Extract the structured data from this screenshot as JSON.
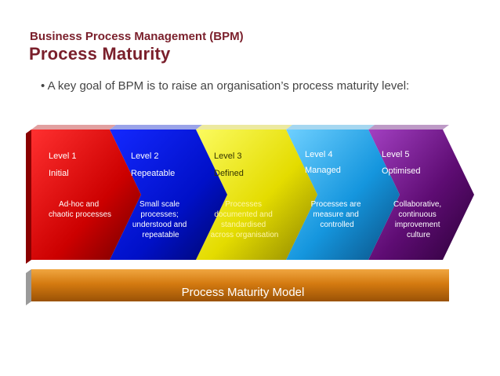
{
  "header": {
    "subtitle": "Business Process Management (BPM)",
    "title": "Process Maturity"
  },
  "bullet": "• A key goal of BPM is to raise an organisation’s process maturity level:",
  "levels": [
    {
      "level": "Level 1",
      "name": "Initial",
      "desc": [
        "Ad-hoc and",
        "chaotic processes"
      ],
      "color": "#d40000"
    },
    {
      "level": "Level 2",
      "name": "Repeatable",
      "desc": [
        "Small scale",
        "processes;",
        "understood and",
        "repeatable"
      ],
      "color": "#0a18d8"
    },
    {
      "level": "Level 3",
      "name": "Defined",
      "desc": [
        "Processes",
        "documented and",
        "standardised",
        "across organisation"
      ],
      "color": "#e8e000"
    },
    {
      "level": "Level 4",
      "name": "Managed",
      "desc": [
        "Processes are",
        "measure and",
        "controlled"
      ],
      "color": "#1aa0e6"
    },
    {
      "level": "Level 5",
      "name": "Optimised",
      "desc": [
        "Collaborative,",
        "continuous",
        "improvement",
        "culture"
      ],
      "color": "#6a0f7e"
    }
  ],
  "model_bar": {
    "label": "Process Maturity Model",
    "color": "#d3790f"
  }
}
